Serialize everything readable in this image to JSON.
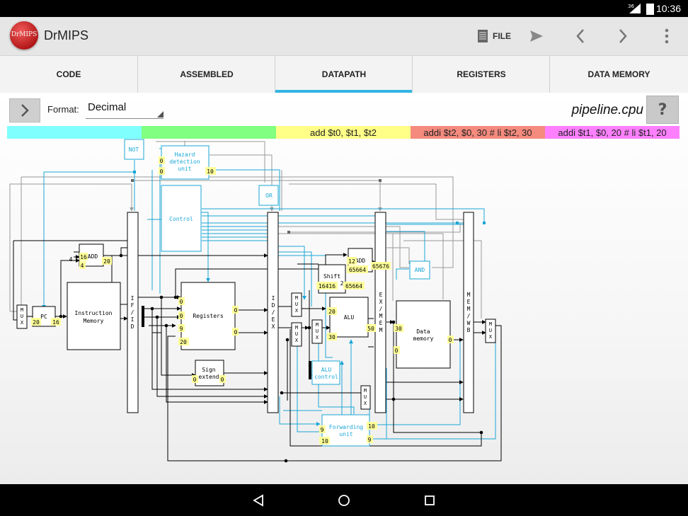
{
  "status_bar": {
    "time": "10:36",
    "signal_label": "36"
  },
  "app": {
    "title": "DrMIPS",
    "logo_text": "DrMIPS"
  },
  "toolbar": {
    "file_label": "FILE"
  },
  "tabs": [
    {
      "label": "CODE",
      "active": false
    },
    {
      "label": "ASSEMBLED",
      "active": false
    },
    {
      "label": "DATAPATH",
      "active": true
    },
    {
      "label": "REGISTERS",
      "active": false
    },
    {
      "label": "DATA MEMORY",
      "active": false
    }
  ],
  "format": {
    "label": "Format:",
    "value": "Decimal"
  },
  "cpu_file": "pipeline.cpu",
  "help_label": "?",
  "pipeline": {
    "if": {
      "text": "",
      "color": "#80ffff"
    },
    "id": {
      "text": "",
      "color": "#80ff80"
    },
    "ex": {
      "text": "add $t0, $t1, $t2",
      "color": "#ffff88"
    },
    "mem": {
      "text": "addi $t2, $0, 30  # li  $t2, 30",
      "color": "#f58a7e"
    },
    "wb": {
      "text": "addi $t1, $0, 20  # li  $t1, 20",
      "color": "#ff80ff"
    }
  },
  "components": {
    "not": "NOT",
    "hazard": [
      "Hazard",
      "detection",
      "unit"
    ],
    "control": "Control",
    "or": "OR",
    "add1": "ADD",
    "add2": "ADD",
    "pc": "PC",
    "imem": [
      "Instruction",
      "Memory"
    ],
    "registers": "Registers",
    "sign_extend": [
      "Sign",
      "extend"
    ],
    "shift": "Shift",
    "alu": "ALU",
    "alu_control": [
      "ALU",
      "control"
    ],
    "and": "AND",
    "dmem": [
      "Data",
      "memory"
    ],
    "forwarding": [
      "Forwarding",
      "unit"
    ],
    "if_id": "IF/ID",
    "id_ex": "ID/EX",
    "ex_mem": "EX/MEM",
    "mem_wb": "MEM/WB",
    "mux": "MUX"
  },
  "values": {
    "hazard_in_a": "0",
    "hazard_in_b": "0",
    "hazard_out": "10",
    "add1_const": "4",
    "add1_in_a": "16",
    "add1_in_b": "4",
    "add1_out": "20",
    "pc_in": "20",
    "pc_out": "16",
    "reg_in_1": "0",
    "reg_in_2": "0",
    "reg_in_3": "9",
    "reg_in_4": "20",
    "reg_out_1": "0",
    "reg_out_2": "0",
    "sign_in": "0",
    "sign_out": "0",
    "shift_in": "16416",
    "shift_amt": "2",
    "shift_out": "65664",
    "add2_in_a": "12",
    "add2_in_b": "65664",
    "add2_out": "65676",
    "alu_in_a": "20",
    "alu_in_b": "30",
    "alu_out": "50",
    "dmem_addr": "30",
    "dmem_data": "0",
    "dmem_out": "0",
    "fwd_in_1": "9",
    "fwd_in_2": "10",
    "fwd_out_1": "10",
    "fwd_out_2": "9"
  }
}
